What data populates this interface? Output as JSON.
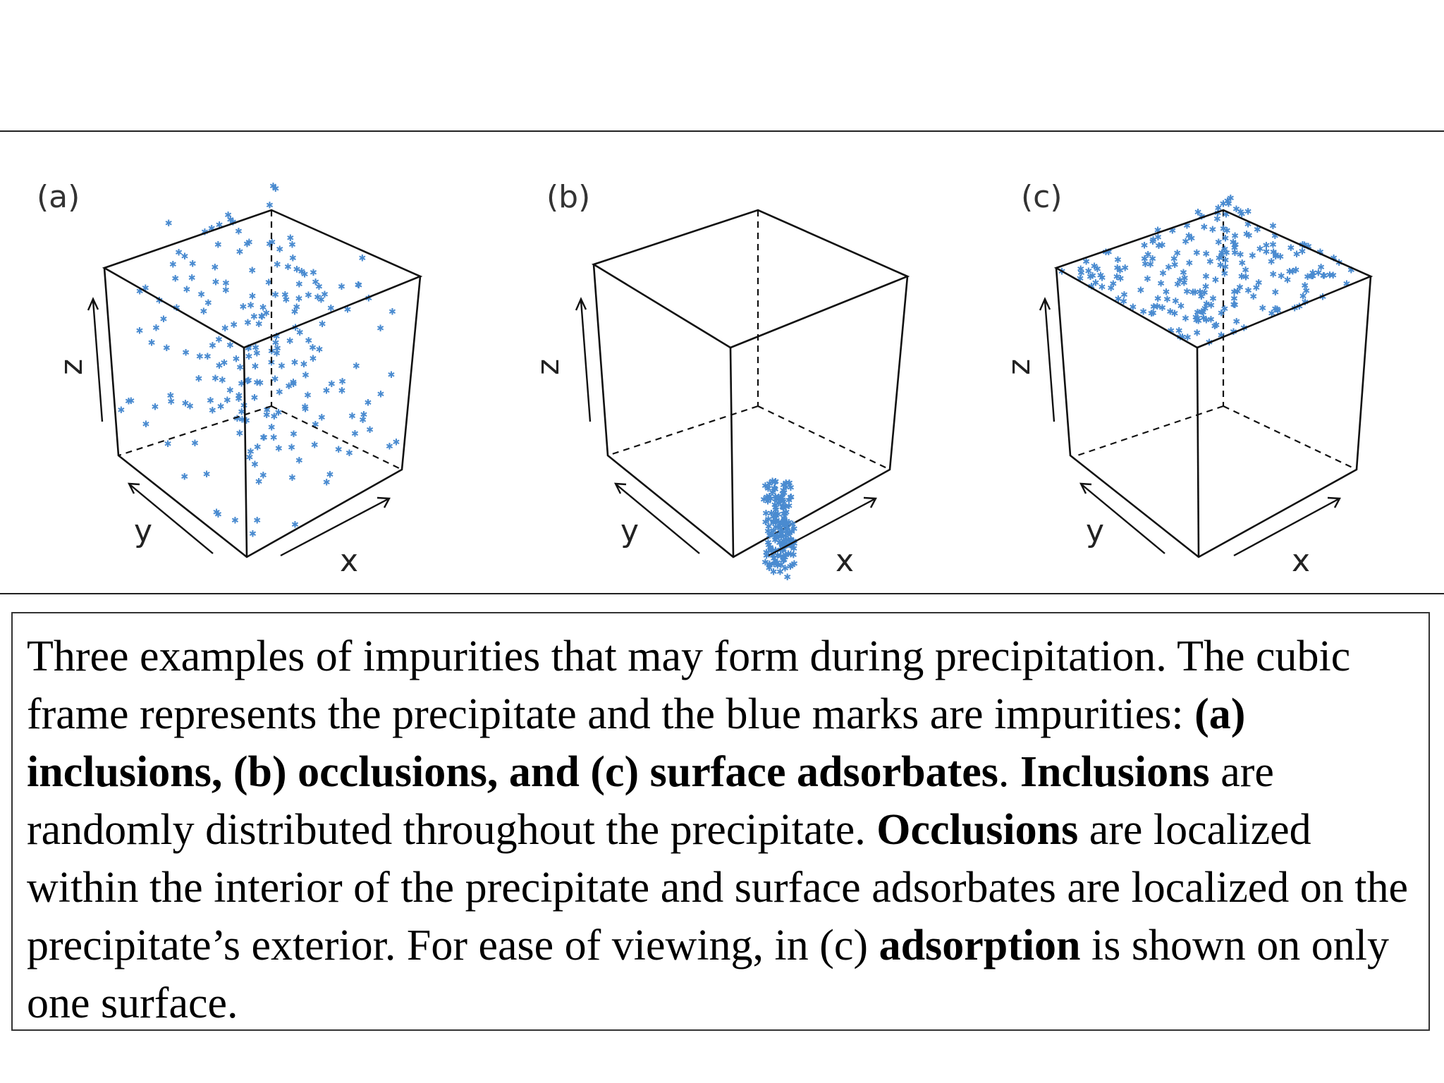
{
  "panels": [
    {
      "id": "a",
      "label": "(a)",
      "distribution": "inclusions"
    },
    {
      "id": "b",
      "label": "(b)",
      "distribution": "occlusions"
    },
    {
      "id": "c",
      "label": "(c)",
      "distribution": "surface"
    }
  ],
  "axes": {
    "x": "x",
    "y": "y",
    "z": "z"
  },
  "colors": {
    "impurity": "#4a8bd0",
    "frame": "#111111"
  },
  "caption": {
    "s1": "Three examples of impurities that may form during precipitation. The cubic frame represents the precipitate and the blue marks are impurities: ",
    "s2": "(a) inclusions, (b) occlusions, and (c) surface adsorbates",
    "s3": ". ",
    "s4": "Inclusions",
    "s5": " are randomly distributed throughout the precipitate. ",
    "s6": "Occlusions",
    "s7": " are localized within the interior of the precipitate and surface adsorbates are localized on the precipitate’s exterior. For ease of viewing, in (c) ",
    "s8": "adsorption",
    "s9": " is shown on only one surface."
  }
}
